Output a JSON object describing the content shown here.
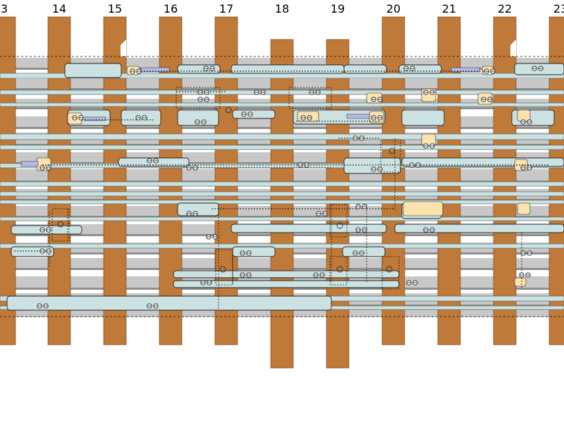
{
  "layout_view": {
    "column_labels": [
      "3",
      "14",
      "15",
      "16",
      "17",
      "18",
      "19",
      "20",
      "21",
      "22",
      "23"
    ],
    "colors": {
      "background": "#ffffff",
      "copper": "#bf7a39",
      "copper_stroke": "#6b3c10",
      "gray_band": "#c8c8c8",
      "gray_dark": "#8f8f8f",
      "light_rail": "#cce2e2",
      "rail_stroke": "#5a6a6a",
      "tan_cell": "#fbe3b0",
      "lavender": "#b9b9e6",
      "outline": "#222222",
      "dashed": "#111111"
    }
  }
}
